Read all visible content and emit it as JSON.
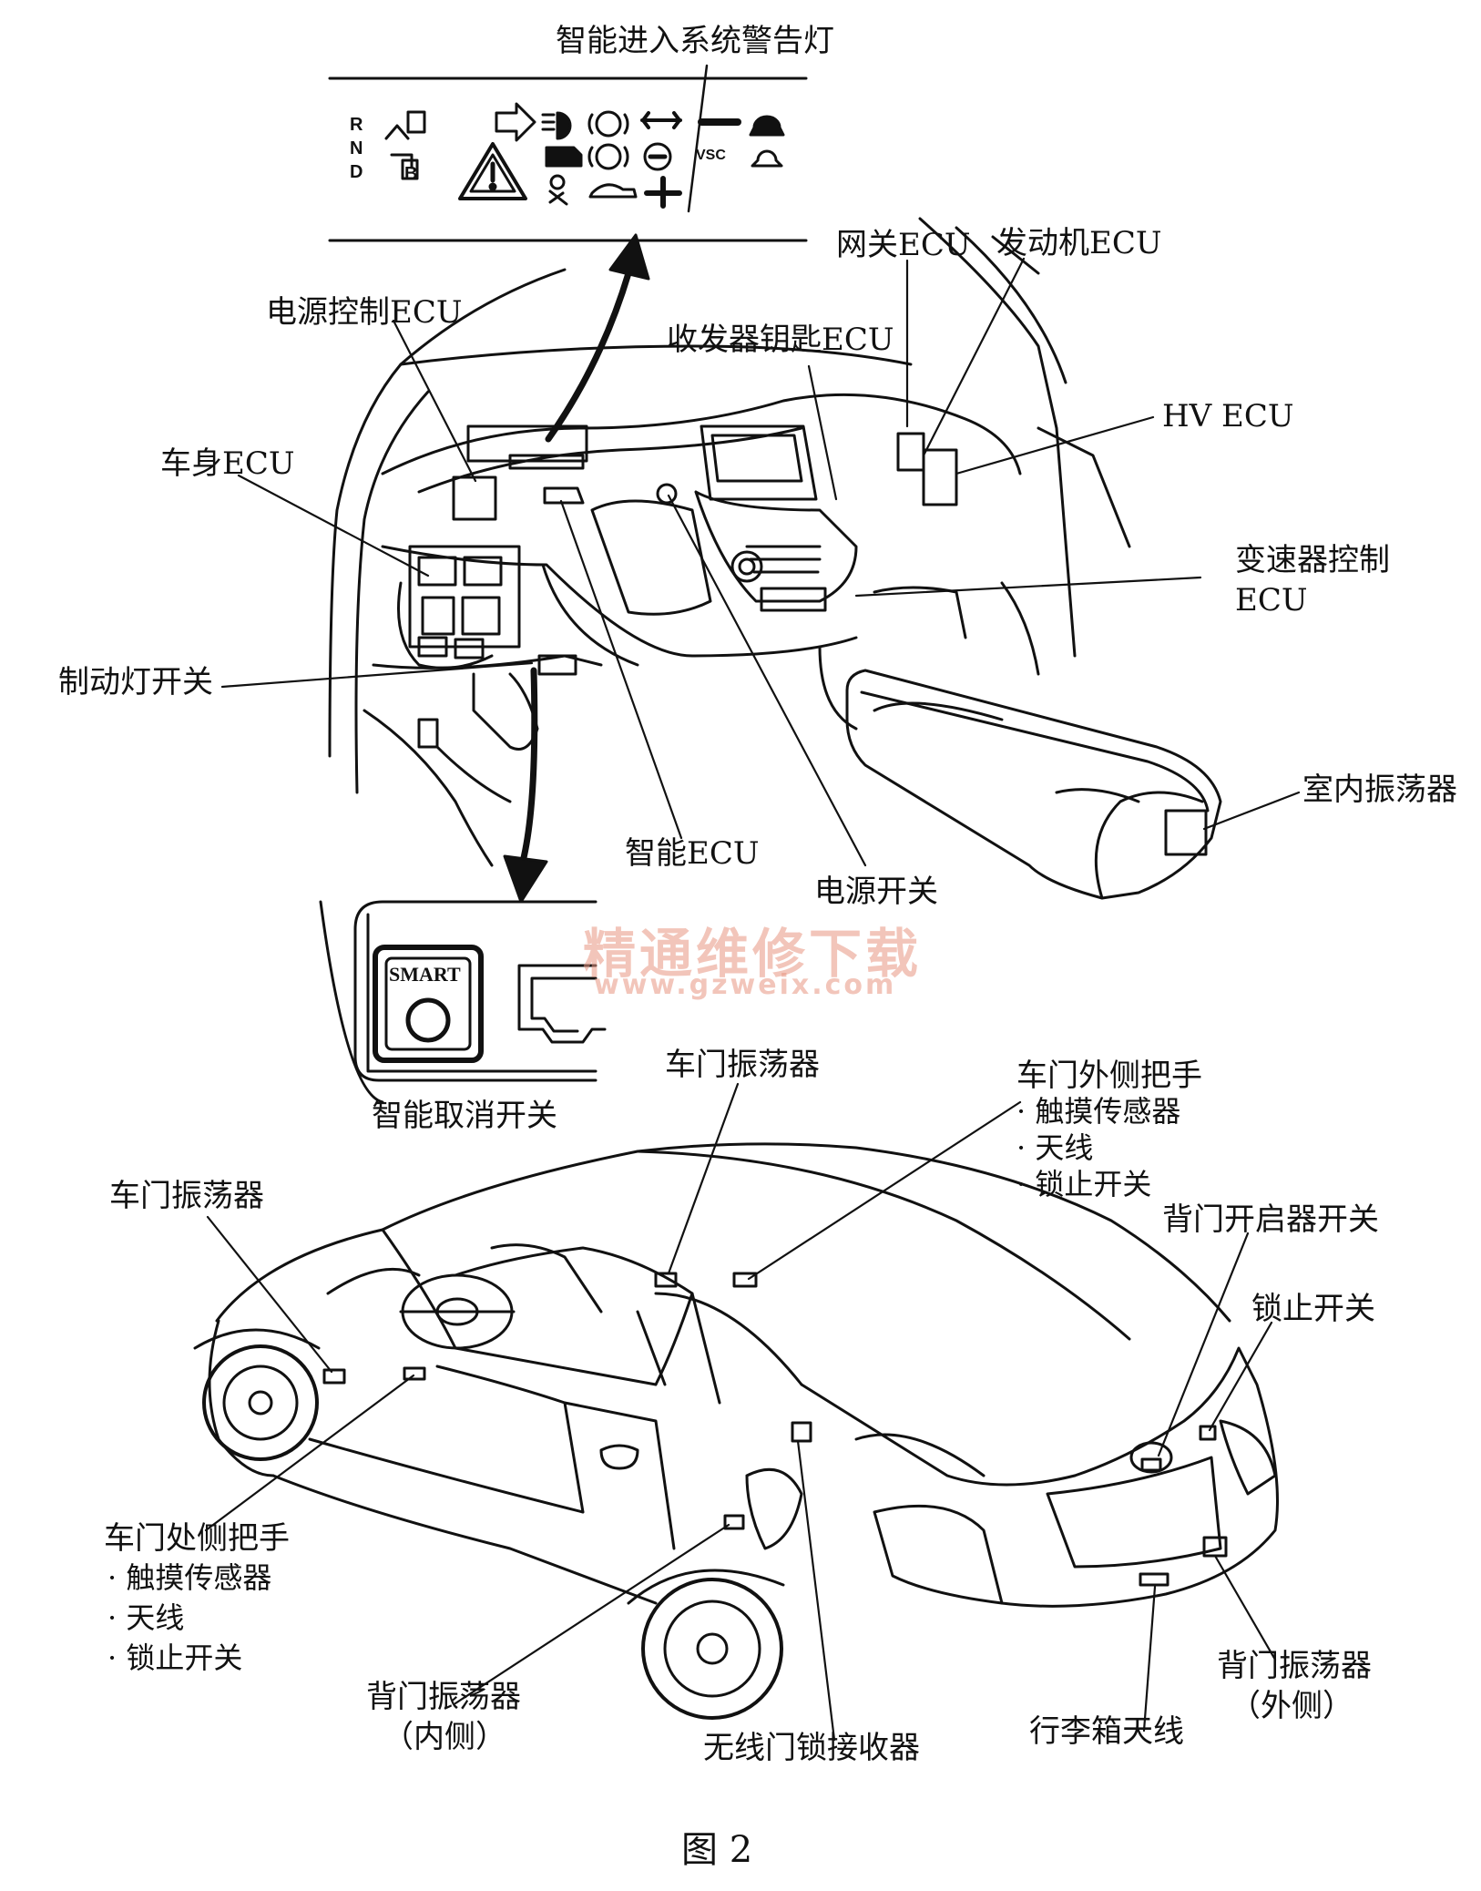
{
  "labels": {
    "warning_lamp": "智能进入系统警告灯",
    "gateway_ecu": "网关ECU",
    "engine_ecu": "发动机ECU",
    "power_control_ecu": "电源控制ECU",
    "transceiver_key_ecu": "收发器钥匙ECU",
    "hv_ecu": "HV ECU",
    "body_ecu": "车身ECU",
    "transmission_control": "变速器控制",
    "transmission_ecu": "ECU",
    "brake_light_switch": "制动灯开关",
    "interior_oscillator": "室内振荡器",
    "smart_ecu": "智能ECU",
    "power_switch": "电源开关",
    "smart_cancel_switch": "智能取消开关",
    "smart_button": "SMART",
    "door_oscillator_top": "车门振荡器",
    "door_outer_handle": "车门外侧把手",
    "door_oscillator_left": "车门振荡器",
    "back_door_opener_switch": "背门开启器开关",
    "lock_switch": "锁止开关",
    "door_handle_left": "车门处侧把手",
    "back_door_oscillator_inner": "背门振荡器",
    "back_door_oscillator_inner_sub": "（内侧）",
    "wireless_receiver": "无线门锁接收器",
    "luggage_antenna": "行李箱天线",
    "back_door_oscillator_outer": "背门振荡器",
    "back_door_oscillator_outer_sub": "（外侧）"
  },
  "right_handle_items": [
    "· 触摸传感器",
    "· 天线",
    "· 锁止开关"
  ],
  "left_handle_items": [
    "· 触摸传感器",
    "· 天线",
    "· 锁止开关"
  ],
  "gear_letters": [
    "R",
    "N",
    "D",
    "B"
  ],
  "indicator_text": {
    "vsc": "VSC"
  },
  "watermark": {
    "title": "精通维修下载",
    "url": "www.gzweix.com"
  },
  "caption": "图 2"
}
